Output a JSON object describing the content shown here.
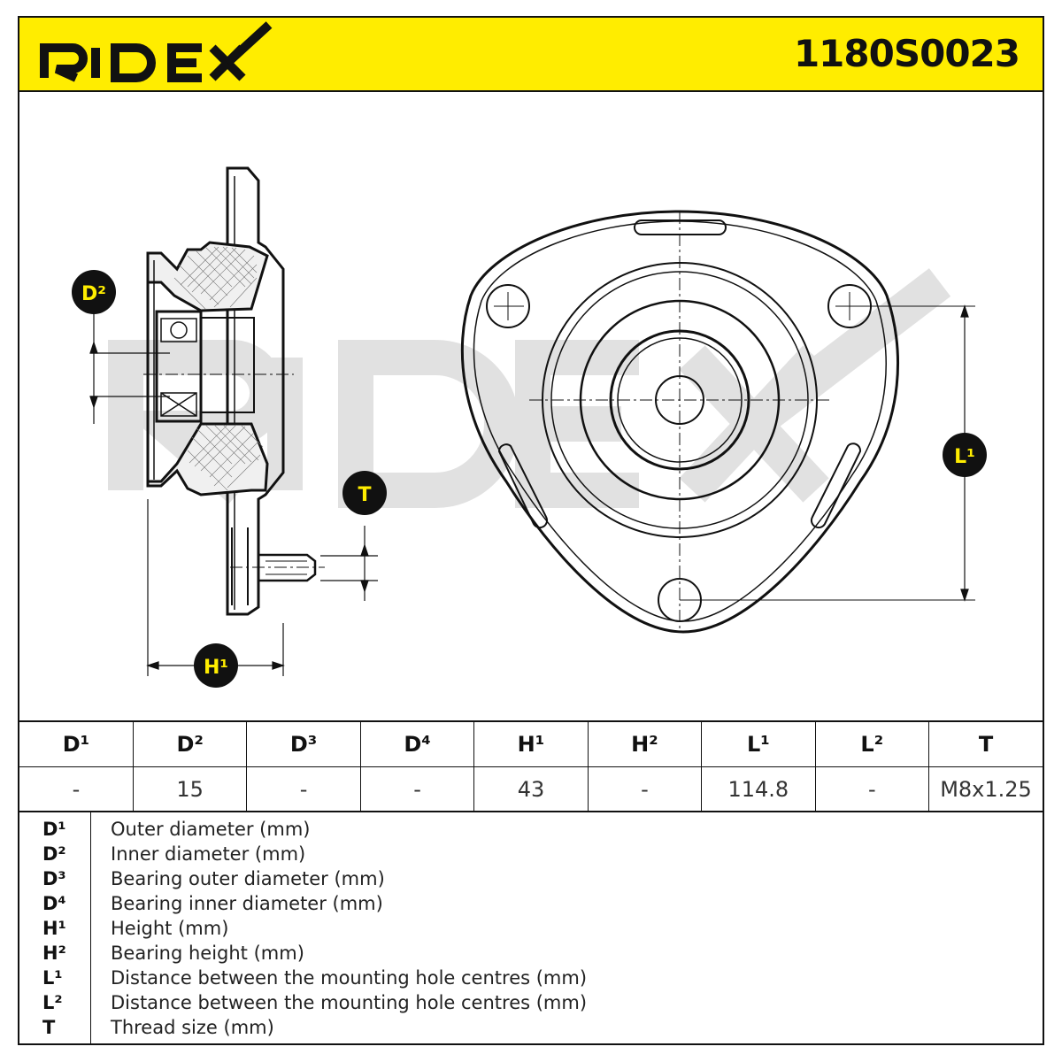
{
  "header": {
    "brand": "RIDEX",
    "part_number": "1180S0023",
    "brand_color": "#ffed00"
  },
  "drawing": {
    "watermark": "RIDEX",
    "callouts": {
      "d2": "D²",
      "t": "T",
      "h1": "H¹",
      "l1": "L¹"
    }
  },
  "spec_table": {
    "headers": [
      "D¹",
      "D²",
      "D³",
      "D⁴",
      "H¹",
      "H²",
      "L¹",
      "L²",
      "T"
    ],
    "values": [
      "-",
      "15",
      "-",
      "-",
      "43",
      "-",
      "114.8",
      "-",
      "M8x1.25"
    ]
  },
  "legend": [
    {
      "key": "D¹",
      "desc": "Outer diameter (mm)"
    },
    {
      "key": "D²",
      "desc": "Inner diameter (mm)"
    },
    {
      "key": "D³",
      "desc": "Bearing outer diameter (mm)"
    },
    {
      "key": "D⁴",
      "desc": "Bearing inner diameter (mm)"
    },
    {
      "key": "H¹",
      "desc": "Height (mm)"
    },
    {
      "key": "H²",
      "desc": "Bearing height (mm)"
    },
    {
      "key": "L¹",
      "desc": "Distance between the mounting hole centres (mm)"
    },
    {
      "key": "L²",
      "desc": "Distance between the mounting hole centres (mm)"
    },
    {
      "key": "T",
      "desc": "Thread size (mm)"
    }
  ]
}
